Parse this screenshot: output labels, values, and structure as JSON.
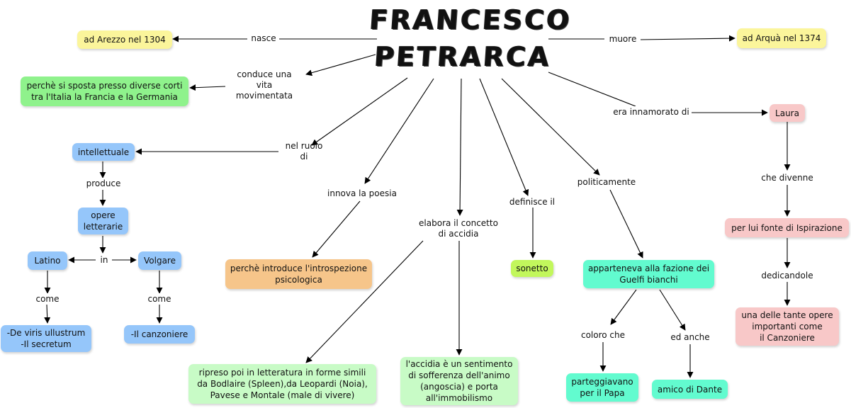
{
  "title": {
    "line1": "FRANCESCO",
    "line2": "PETRARCA"
  },
  "nodes": {
    "arezzo": "ad Arezzo nel 1304",
    "arqua": "ad Arquà nel 1374",
    "corti": "perchè si sposta presso diverse corti\ntra l'Italia la Francia e la Germania",
    "laura": "Laura",
    "intellettuale": "intellettuale",
    "opere": "opere\nletterarie",
    "latino": "Latino",
    "volgare": "Volgare",
    "deviris": "-De viris ullustrum\n-Il secretum",
    "canzoniere": "-Il canzoniere",
    "introspezione": "perchè introduce l'introspezione\npsicologica",
    "ripreso": "ripreso poi in letteratura in forme simili\nda Bodlaire (Spleen),da Leopardi (Noia),\nPavese e Montale (male di vivere)",
    "accidia_desc": "l'accidia è un sentimento\ndi sofferenza dell'animo\n(angoscia) e porta\nall'immobilismo",
    "sonetto": "sonetto",
    "guelfi": "apparteneva alla fazione dei\nGuelfi bianchi",
    "papa": "parteggiavano\nper il Papa",
    "dante": "amico di Dante",
    "ispirazione": "per lui fonte di Ispirazione",
    "opere_importanti": "una delle tante opere\nimportanti come\nil Canzoniere"
  },
  "labels": {
    "nasce": "nasce",
    "muore": "muore",
    "conduce": "conduce una\nvita movimentata",
    "innamorato": "era innamorato di",
    "ruolo": "nel ruolo di",
    "produce": "produce",
    "in": "in",
    "come1": "come",
    "come2": "come",
    "innova": "innova la poesia",
    "elabora": "elabora il concetto\ndi accidia",
    "definisce": "definisce il",
    "politicamente": "politicamente",
    "coloro": "coloro che",
    "edanche": "ed anche",
    "divenne": "che divenne",
    "dedicandole": "dedicandole"
  },
  "colors": {
    "yellow": "#fbf59b",
    "green": "#8ff28c",
    "blue": "#95c6fa",
    "orange": "#f6c58a",
    "light_green": "#c8fbc6",
    "lime": "#c2f75c",
    "teal": "#62fbcf",
    "pink": "#f8c8c8"
  }
}
